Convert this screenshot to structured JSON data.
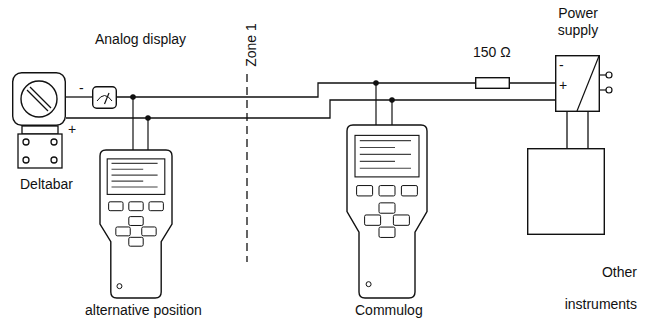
{
  "diagram": {
    "nodes": [
      {
        "text": [
          "Deltabar"
        ]
      },
      {
        "text": [
          "Analog display"
        ]
      },
      {
        "text": [
          "alternative position"
        ]
      },
      {
        "text": [
          "Commulog"
        ]
      },
      {
        "text": [
          "150 Ω"
        ]
      },
      {
        "text": [
          "Power supply",
          "-",
          "+"
        ]
      },
      {
        "text": [
          "Other instruments"
        ]
      }
    ],
    "edges": [
      {
        "from": 0,
        "to": 1,
        "arrow": "none"
      },
      {
        "from": 1,
        "to": 4,
        "arrow": "none"
      },
      {
        "from": 4,
        "to": 5,
        "arrow": "none"
      },
      {
        "from": 0,
        "to": 5,
        "arrow": "none"
      },
      {
        "from": 5,
        "to": 6,
        "arrow": "none"
      },
      {
        "from": 5,
        "to": 6,
        "arrow": "none"
      }
    ],
    "labels": [
      "-",
      "+",
      "Zone 1"
    ]
  }
}
